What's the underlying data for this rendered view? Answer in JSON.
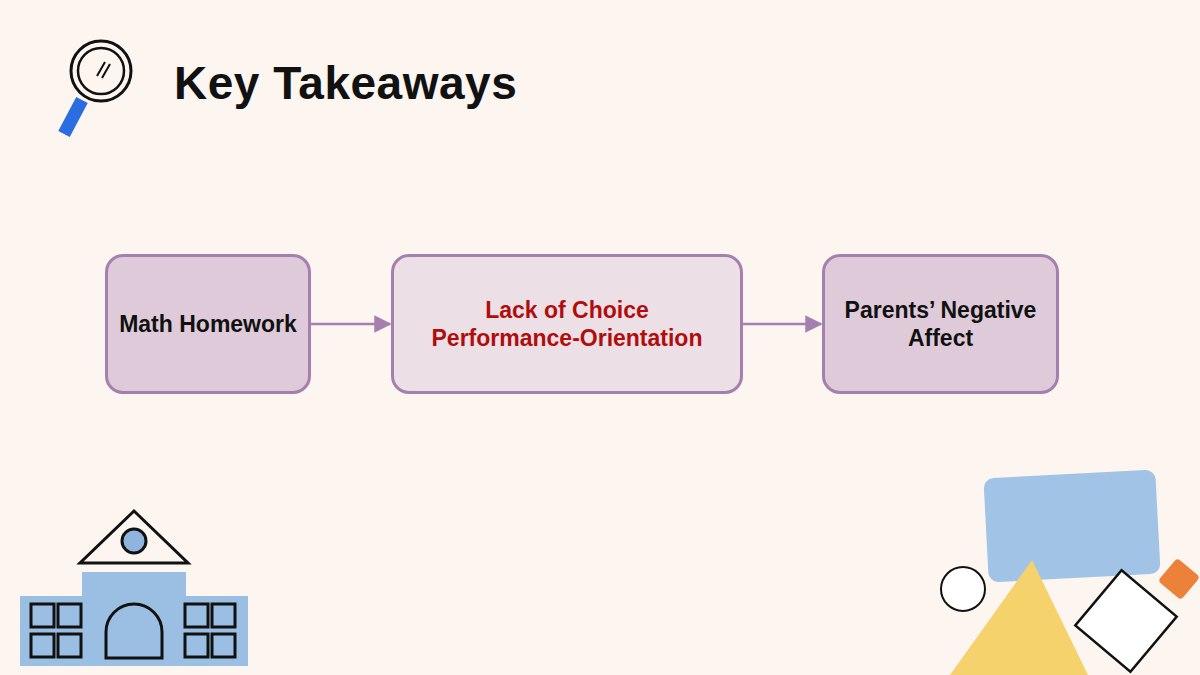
{
  "diagram": {
    "title": "Key Takeaways",
    "nodes": [
      {
        "text": [
          "Math Homework"
        ]
      },
      {
        "text": [
          "Lack of Choice",
          "Performance-Orientation"
        ]
      },
      {
        "text": [
          "Parents’ Negative Affect"
        ]
      }
    ],
    "edges": [
      {
        "from": 0,
        "to": 1,
        "arrow": "to"
      },
      {
        "from": 1,
        "to": 2,
        "arrow": "to"
      }
    ]
  }
}
